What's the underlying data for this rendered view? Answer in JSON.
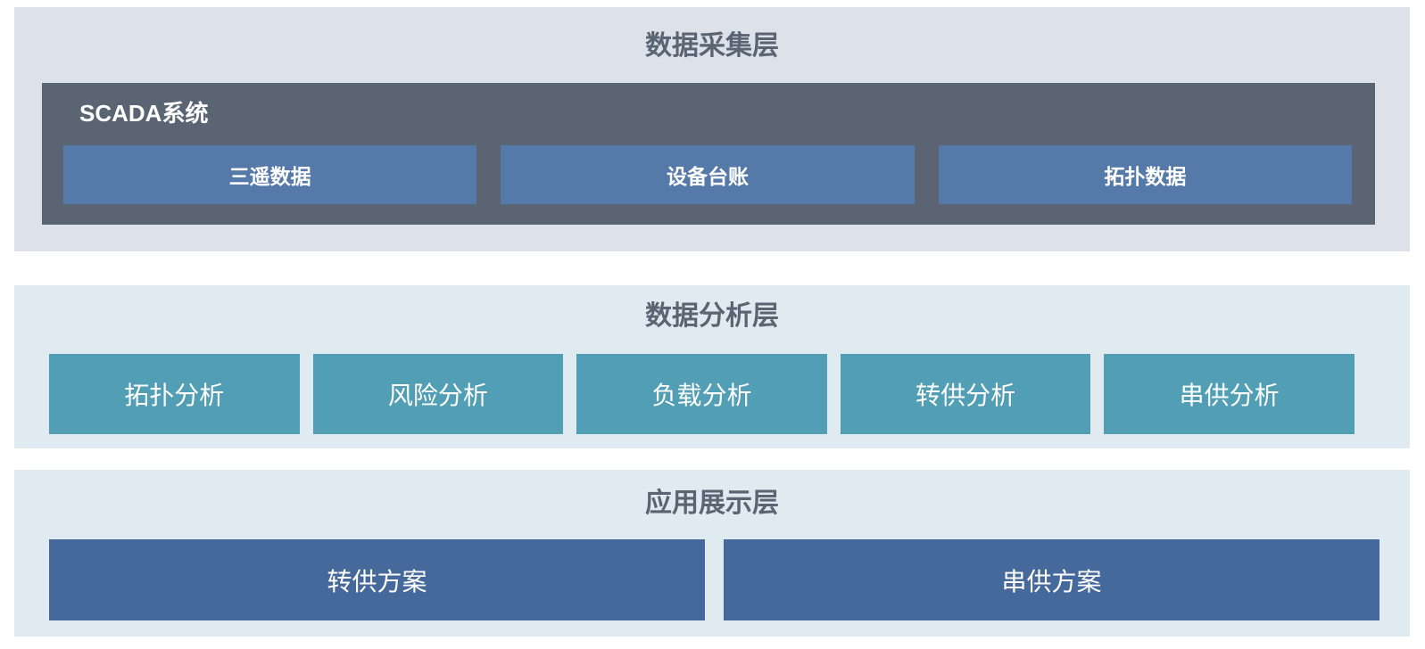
{
  "colors": {
    "page_bg": "#ffffff",
    "collect_layer_bg": "#dce1ea",
    "analysis_layer_bg": "#dfeaf1",
    "app_layer_bg": "#dfeaf1",
    "scada_bg": "#5a6472",
    "source_box_bg": "#557aa9",
    "analysis_box_bg": "#529fb5",
    "app_box_bg": "#46699b",
    "title_text": "#5a6472",
    "box_text": "#ffffff"
  },
  "layers": {
    "collection": {
      "title": "数据采集层",
      "scada": {
        "title": "SCADA系统",
        "items": [
          {
            "label": "三遥数据"
          },
          {
            "label": "设备台账"
          },
          {
            "label": "拓扑数据"
          }
        ]
      }
    },
    "analysis": {
      "title": "数据分析层",
      "items": [
        {
          "label": "拓扑分析"
        },
        {
          "label": "风险分析"
        },
        {
          "label": "负载分析"
        },
        {
          "label": "转供分析"
        },
        {
          "label": "串供分析"
        }
      ]
    },
    "application": {
      "title": "应用展示层",
      "items": [
        {
          "label": "转供方案"
        },
        {
          "label": "串供方案"
        }
      ]
    }
  }
}
